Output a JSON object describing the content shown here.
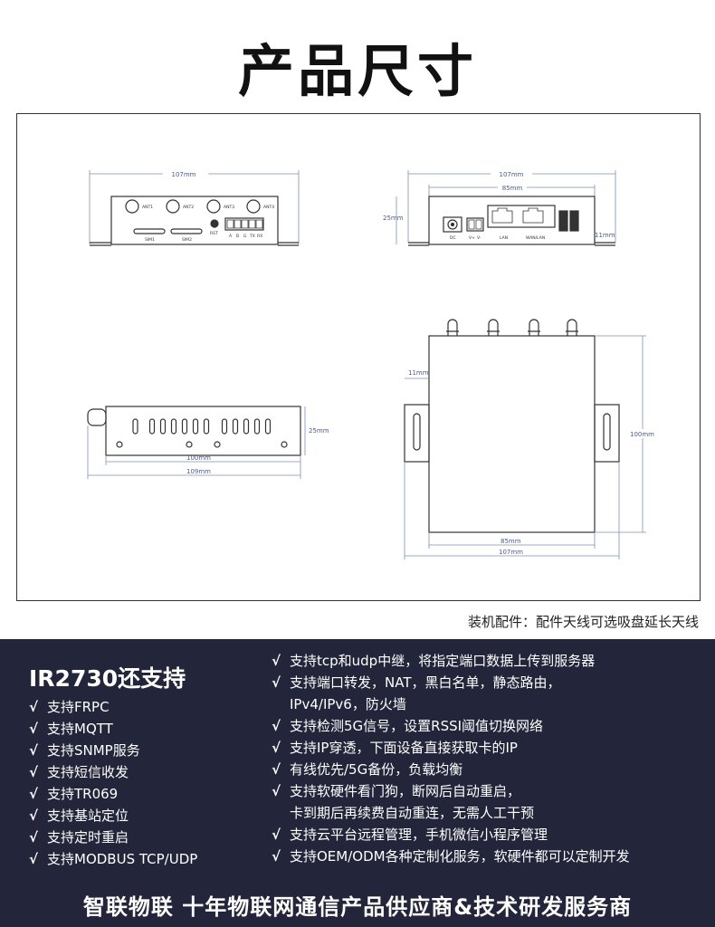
{
  "title": "产品尺寸",
  "drawing": {
    "front": {
      "width": "107mm",
      "ports": [
        "ANT1",
        "ANT2",
        "ANT3",
        "ANT4",
        "SIM1",
        "SIM2",
        "RST",
        "A",
        "B",
        "G",
        "TX",
        "RX"
      ]
    },
    "rear": {
      "width": "107mm",
      "inner": "85mm",
      "height": "25mm",
      "flange": "11mm",
      "ports": [
        "DC",
        "V+",
        "V-",
        "LAN",
        "WAN/LAN"
      ]
    },
    "side": {
      "body": "100mm",
      "total": "109mm",
      "height": "25mm"
    },
    "top": {
      "bracket": "11mm",
      "depth": "100mm",
      "inner": "85mm",
      "total": "107mm"
    }
  },
  "caption": "装机配件：配件天线可选吸盘延长天线",
  "panel": {
    "heading": "IR2730还支持",
    "check": "√",
    "left_items": [
      "支持FRPC",
      "支持MQTT",
      "支持SNMP服务",
      "支持短信收发",
      "支持TR069",
      "支持基站定位",
      "支持定时重启",
      "支持MODBUS TCP/UDP"
    ],
    "right_items": [
      "支持tcp和udp中继，将指定端口数据上传到服务器",
      "支持端口转发，NAT，黑白名单，静态路由，",
      "IPv4/IPv6，防火墙",
      "支持检测5G信号，设置RSSI阈值切换网络",
      "支持IP穿透，下面设备直接获取卡的IP",
      "有线优先/5G备份，负载均衡",
      "支持软硬件看门狗，断网后自动重启，",
      "卡到期后再续费自动重连，无需人工干预",
      "支持云平台远程管理，手机微信小程序管理",
      "支持OEM/ODM各种定制化服务，软硬件都可以定制开发"
    ],
    "right_has_check": [
      true,
      true,
      false,
      true,
      true,
      true,
      true,
      false,
      true,
      true
    ],
    "footer": "智联物联  十年物联网通信产品供应商&技术研发服务商"
  }
}
